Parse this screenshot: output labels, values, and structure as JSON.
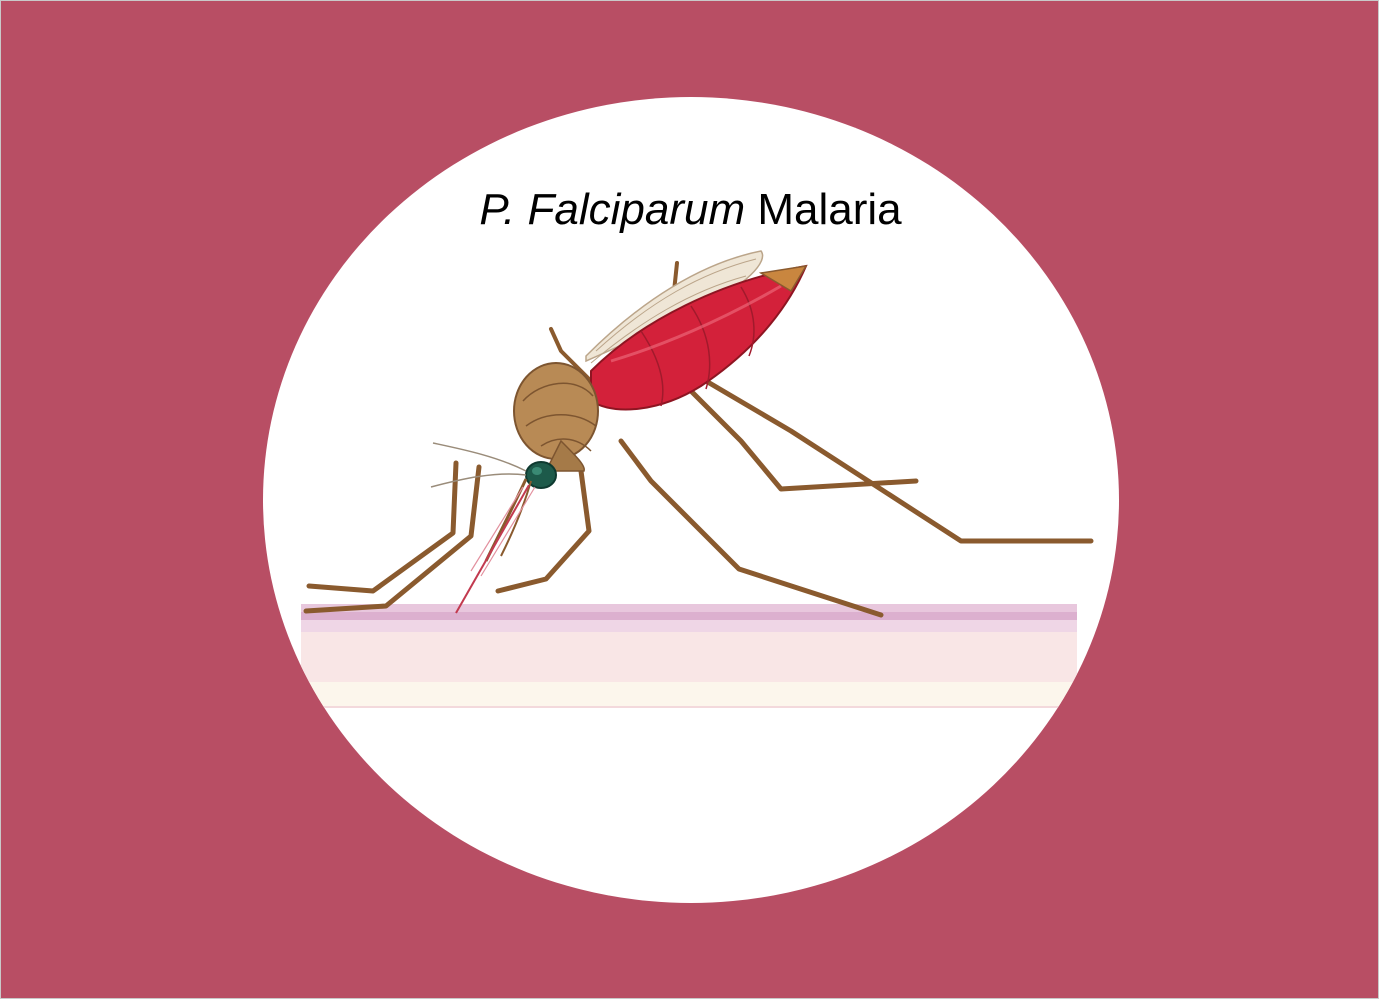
{
  "title": {
    "italic_part": "P. Falciparum",
    "regular_part": "Malaria"
  },
  "illustration": {
    "subject": "mosquito-feeding-on-skin",
    "icon": "mosquito-icon"
  },
  "colors": {
    "background": "#b84e64",
    "disc": "#ffffff",
    "mosquito_body": "#b88a55",
    "abdomen_blood": "#d3213a",
    "legs": "#8a5a2e",
    "eye": "#1d5a4a",
    "skin_top": "#e7c6dd",
    "skin_mid": "#f9e6e6",
    "skin_base": "#fbf4ea"
  }
}
